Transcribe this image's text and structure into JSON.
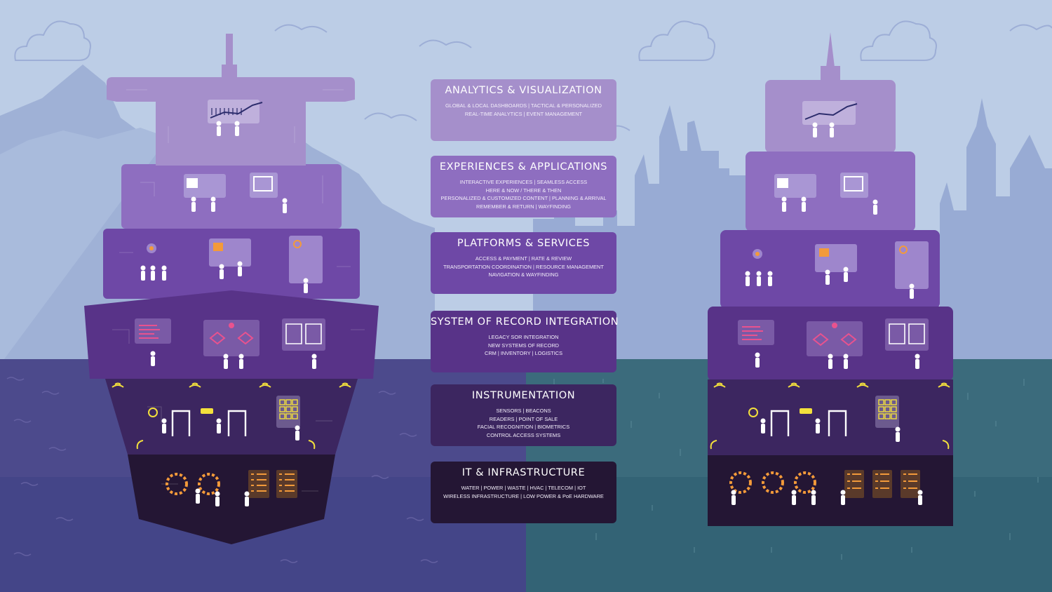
{
  "colors": {
    "sky": "#bccde6",
    "sea_left": "#4c4a8c",
    "sea_right": "#3b6b7c",
    "layer1": "#a58fcb",
    "layer2": "#8e6ec0",
    "layer3": "#6e48a6",
    "layer4": "#583388",
    "layer5": "#3c2660",
    "layer6": "#241634",
    "accent_yellow": "#f3e03c",
    "accent_orange": "#f39a3a",
    "accent_pink": "#e9528e"
  },
  "layers": [
    {
      "title": "ANALYTICS & VISUALIZATION",
      "lines": [
        "GLOBAL & LOCAL DASHBOARDS |  TACTICAL & PERSONALIZED",
        "REAL-TIME ANALYTICS  |  EVENT MANAGEMENT"
      ],
      "icons": [
        "analytics-chart-icon",
        "person-icon"
      ]
    },
    {
      "title": "EXPERIENCES & APPLICATIONS",
      "lines": [
        "INTERACTIVE EXPERIENCES  |  SEAMLESS ACCESS",
        "HERE & NOW / THERE & THEN",
        "PERSONALIZED & CUSTOMIZED CONTENT  |  PLANNING & ARRIVAL",
        "REMEMBER & RETURN  |  WAYFINDING"
      ],
      "icons": [
        "rating-screen-icon",
        "chat-bubble-icon",
        "person-icon"
      ]
    },
    {
      "title": "PLATFORMS & SERVICES",
      "lines": [
        "ACCESS & PAYMENT  |  RATE & REVIEW",
        "TRANSPORTATION COORDINATION  |  RESOURCE MANAGEMENT",
        "NAVIGATION & WAYFINDING"
      ],
      "icons": [
        "map-pin-icon",
        "document-card-icon",
        "route-map-icon",
        "person-icon"
      ]
    },
    {
      "title": "SYSTEM OF RECORD INTEGRATION",
      "lines": [
        "LEGACY SOR INTEGRATION",
        "NEW SYSTEMS OF RECORD",
        "CRM  |  INVENTORY  |  LOGISTICS"
      ],
      "icons": [
        "checklist-icon",
        "workflow-icon",
        "folders-icon",
        "person-icon"
      ]
    },
    {
      "title": "INSTRUMENTATION",
      "lines": [
        "SENSORS  |  BEACONS",
        "READERS |  POINT OF SALE",
        "FACIAL RECOGNITION  |  BIOMETRICS",
        "CONTROL ACCESS SYSTEMS"
      ],
      "icons": [
        "wireless-signal-icon",
        "doorway-icon",
        "keypad-icon",
        "person-icon"
      ]
    },
    {
      "title": "IT & INFRASTRUCTURE",
      "lines": [
        "WATER  |  POWER  |  WASTE  |  HVAC  |  TELECOM  |  IOT",
        "WIRELESS INFRASTRUCTURE  |  LOW POWER & PoE HARDWARE"
      ],
      "icons": [
        "gear-icon",
        "server-rack-icon",
        "person-icon"
      ]
    }
  ]
}
